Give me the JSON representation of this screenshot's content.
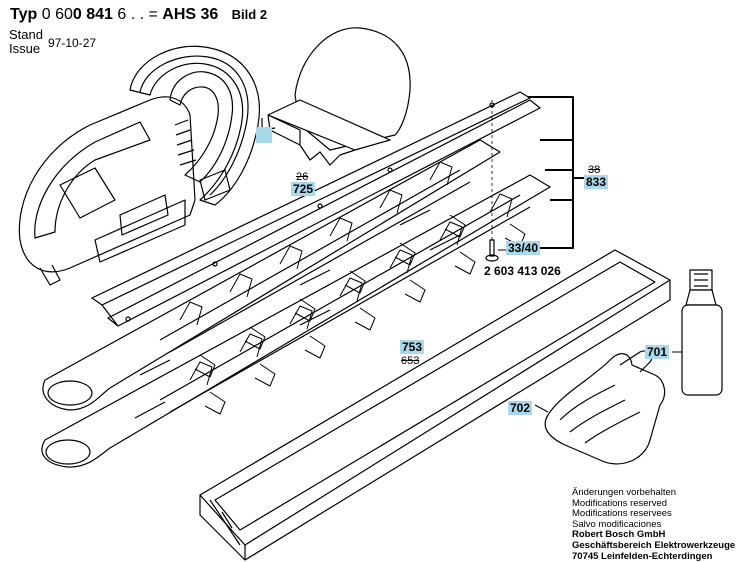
{
  "header": {
    "typ_label": "Typ",
    "typ_prefix": "0 60",
    "typ_bold": "0 841",
    "typ_suffix": "6 . .",
    "eq": "=",
    "model": "AHS 36",
    "bild": "Bild 2",
    "stand_label": "Stand",
    "issue_label": "Issue",
    "date": "97-10-27"
  },
  "parts": {
    "p725": {
      "old": "26",
      "new": "725"
    },
    "p833": {
      "old": "38",
      "new": "833"
    },
    "p3340": {
      "new": "33/40"
    },
    "partno": "2 603 413 026",
    "p753": {
      "new": "753",
      "old": "653"
    },
    "p701": {
      "new": "701"
    },
    "p702": {
      "new": "702"
    }
  },
  "footer": {
    "lines": [
      "Änderungen vorbehalten",
      "Modifications reserved",
      "Modifications reservees",
      "Salvo modificaciones"
    ],
    "company": "Robert Bosch GmbH",
    "division": "Geschäftsbereich Elektrowerkzeuge",
    "address": "70745 Leinfelden-Echterdingen"
  },
  "colors": {
    "callout": "#a8d8ea",
    "line": "#000000"
  }
}
